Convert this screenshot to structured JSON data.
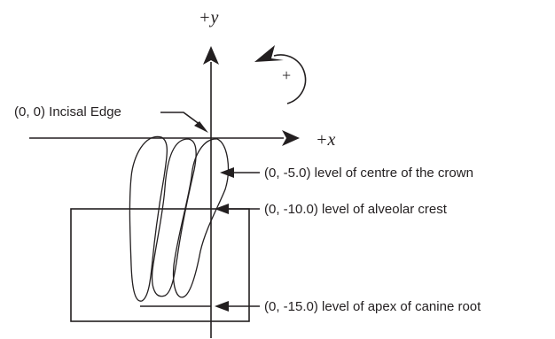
{
  "axes": {
    "y_label": "+y",
    "x_label": "+x"
  },
  "rotation": {
    "symbol": "+"
  },
  "annotations": [
    {
      "id": "incisal-edge",
      "text": "(0, 0) Incisal Edge"
    },
    {
      "id": "crown-centre",
      "text": "(0, -5.0) level of centre of the crown"
    },
    {
      "id": "alveolar-crest",
      "text": "(0, -10.0) level of alveolar crest"
    },
    {
      "id": "root-apex",
      "text": "(0, -15.0) level of apex of canine root"
    }
  ],
  "colors": {
    "ink": "#231f20",
    "background": "#ffffff"
  }
}
